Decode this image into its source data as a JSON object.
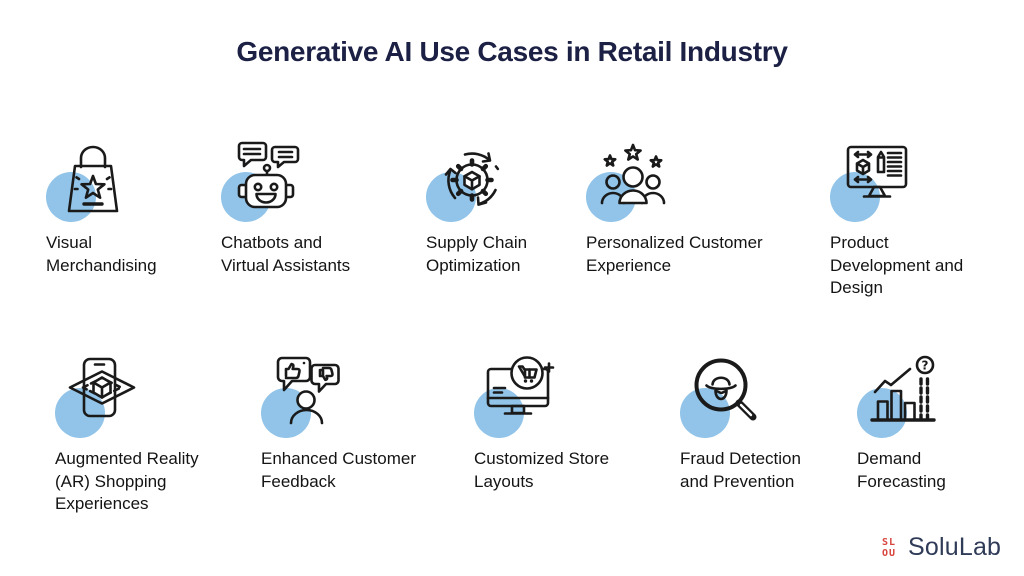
{
  "title": "Generative AI Use Cases in Retail Industry",
  "colors": {
    "accent_circle": "#91c4e8",
    "title_text": "#1b2044",
    "label_text": "#141414",
    "icon_stroke": "#1a1a1a",
    "logo_mark_red": "#d8433b",
    "logo_text_navy": "#2f3b57"
  },
  "items": [
    {
      "label": "Visual Merchandising",
      "icon": "shopping-bag-star-icon"
    },
    {
      "label": "Chatbots and Virtual Assistants",
      "icon": "chatbot-robot-icon"
    },
    {
      "label": "Supply Chain Optimization",
      "icon": "gear-cube-cycle-icon"
    },
    {
      "label": "Personalized Customer Experience",
      "icon": "customers-stars-icon"
    },
    {
      "label": "Product Development and Design",
      "icon": "design-monitor-icon"
    },
    {
      "label": "Augmented Reality (AR) Shopping Experiences",
      "icon": "ar-phone-cube-icon"
    },
    {
      "label": "Enhanced Customer Feedback",
      "icon": "feedback-thumbs-bubbles-icon"
    },
    {
      "label": "Customized Store Layouts",
      "icon": "store-monitor-cart-icon"
    },
    {
      "label": "Fraud Detection and Prevention",
      "icon": "fraud-magnifier-spy-icon"
    },
    {
      "label": "Demand Forecasting",
      "icon": "forecast-bar-chart-icon"
    }
  ],
  "logo": {
    "text": "SoluLab",
    "mark_top": "SL",
    "mark_bottom": "OU"
  }
}
